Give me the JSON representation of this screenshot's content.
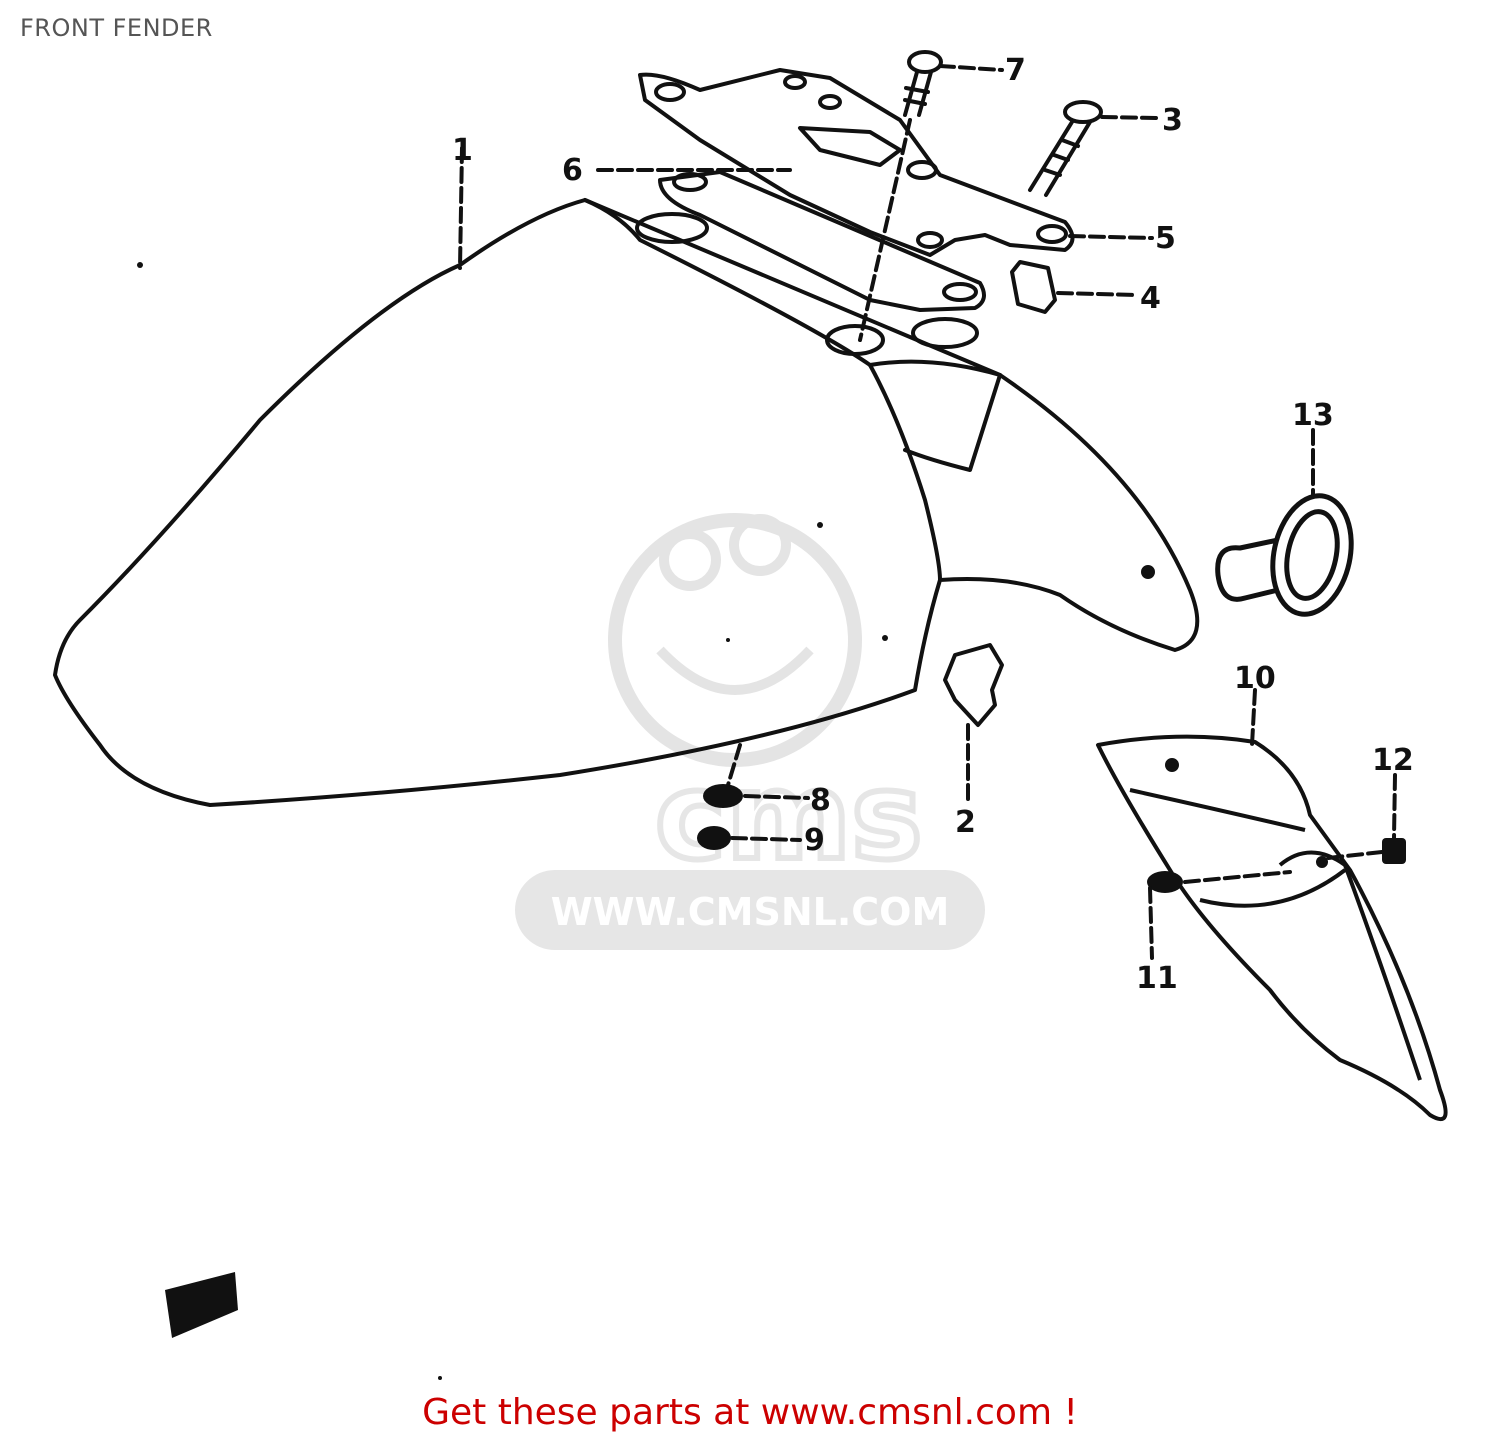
{
  "page": {
    "title": "FRONT FENDER"
  },
  "diagram": {
    "callouts": [
      {
        "id": "1",
        "label": "1"
      },
      {
        "id": "2",
        "label": "2"
      },
      {
        "id": "3",
        "label": "3"
      },
      {
        "id": "4",
        "label": "4"
      },
      {
        "id": "5",
        "label": "5"
      },
      {
        "id": "6",
        "label": "6"
      },
      {
        "id": "7",
        "label": "7"
      },
      {
        "id": "8",
        "label": "8"
      },
      {
        "id": "9",
        "label": "9"
      },
      {
        "id": "10",
        "label": "10"
      },
      {
        "id": "11",
        "label": "11"
      },
      {
        "id": "12",
        "label": "12"
      },
      {
        "id": "13",
        "label": "13"
      }
    ]
  },
  "watermark": {
    "brand": "cms",
    "url": "WWW.CMSNL.COM"
  },
  "footer": {
    "text": "Get these parts at www.cmsnl.com !"
  }
}
